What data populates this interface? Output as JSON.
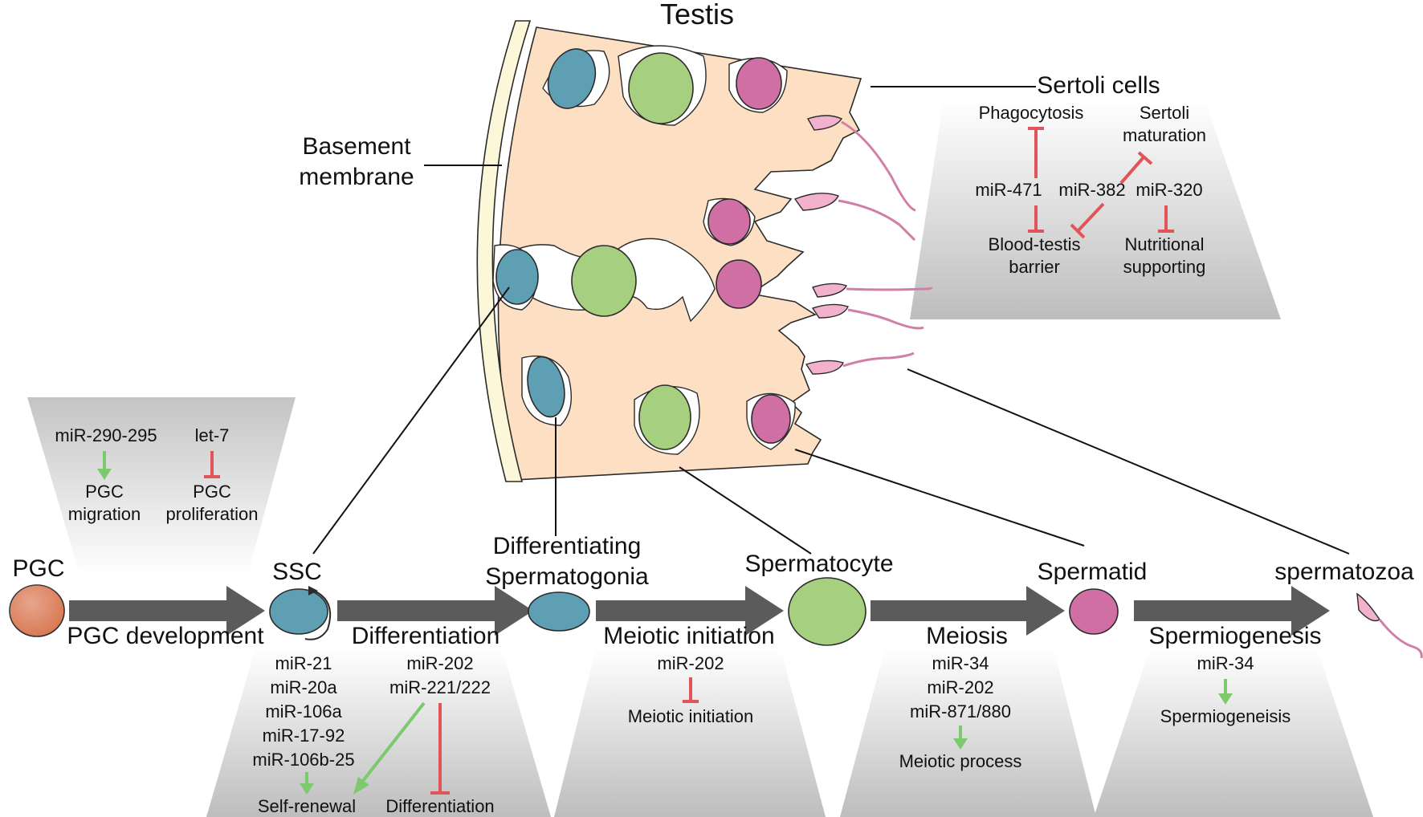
{
  "title": "Testis",
  "labels": {
    "basement_membrane": [
      "Basement",
      "membrane"
    ],
    "sertoli_cells": "Sertoli cells"
  },
  "sertoli_panel": {
    "phagocytosis": "Phagocytosis",
    "sertoli_maturation": [
      "Sertoli",
      "maturation"
    ],
    "mir471": "miR-471",
    "mir382": "miR-382",
    "mir320": "miR-320",
    "blood_testis_barrier": [
      "Blood-testis",
      "barrier"
    ],
    "nutritional_supporting": [
      "Nutritional",
      "supporting"
    ]
  },
  "pgc_panel": {
    "mir290": "miR-290-295",
    "let7": "let-7",
    "pgc_migration": [
      "PGC",
      "migration"
    ],
    "pgc_proliferation": [
      "PGC",
      "proliferation"
    ]
  },
  "stages": {
    "pgc": "PGC",
    "ssc": "SSC",
    "diff_spermatogonia": [
      "Differentiating",
      "Spermatogonia"
    ],
    "spermatocyte": "Spermatocyte",
    "spermatid": "Spermatid",
    "spermatozoa": "spermatozoa"
  },
  "processes": {
    "pgc_development": "PGC development",
    "differentiation": "Differentiation",
    "meiotic_initiation": "Meiotic initiation",
    "meiosis": "Meiosis",
    "spermiogenesis": "Spermiogenesis"
  },
  "diff_panel": {
    "left_mirs": [
      "miR-21",
      "miR-20a",
      "miR-106a",
      "miR-17-92",
      "miR-106b-25"
    ],
    "right_mirs": [
      "miR-202",
      "miR-221/222"
    ],
    "self_renewal": "Self-renewal",
    "differentiation": "Differentiation"
  },
  "meiotic_panel": {
    "mir": "miR-202",
    "target": "Meiotic initiation"
  },
  "meiosis_panel": {
    "mirs": [
      "miR-34",
      "miR-202",
      "miR-871/880"
    ],
    "target": "Meiotic process"
  },
  "spermio_panel": {
    "mir": "miR-34",
    "target": "Spermiogeneisis"
  },
  "colors": {
    "inhibit": "#e0555a",
    "activate": "#7cc96e",
    "tissue": "#fde0c4",
    "ssc": "#5e9fb4",
    "spermatocyte": "#a6d07f",
    "spermatid": "#cf6fa4",
    "pgc": "#d97650",
    "process_arrow": "#5b5b5b",
    "membrane": "#fbf7d8"
  }
}
